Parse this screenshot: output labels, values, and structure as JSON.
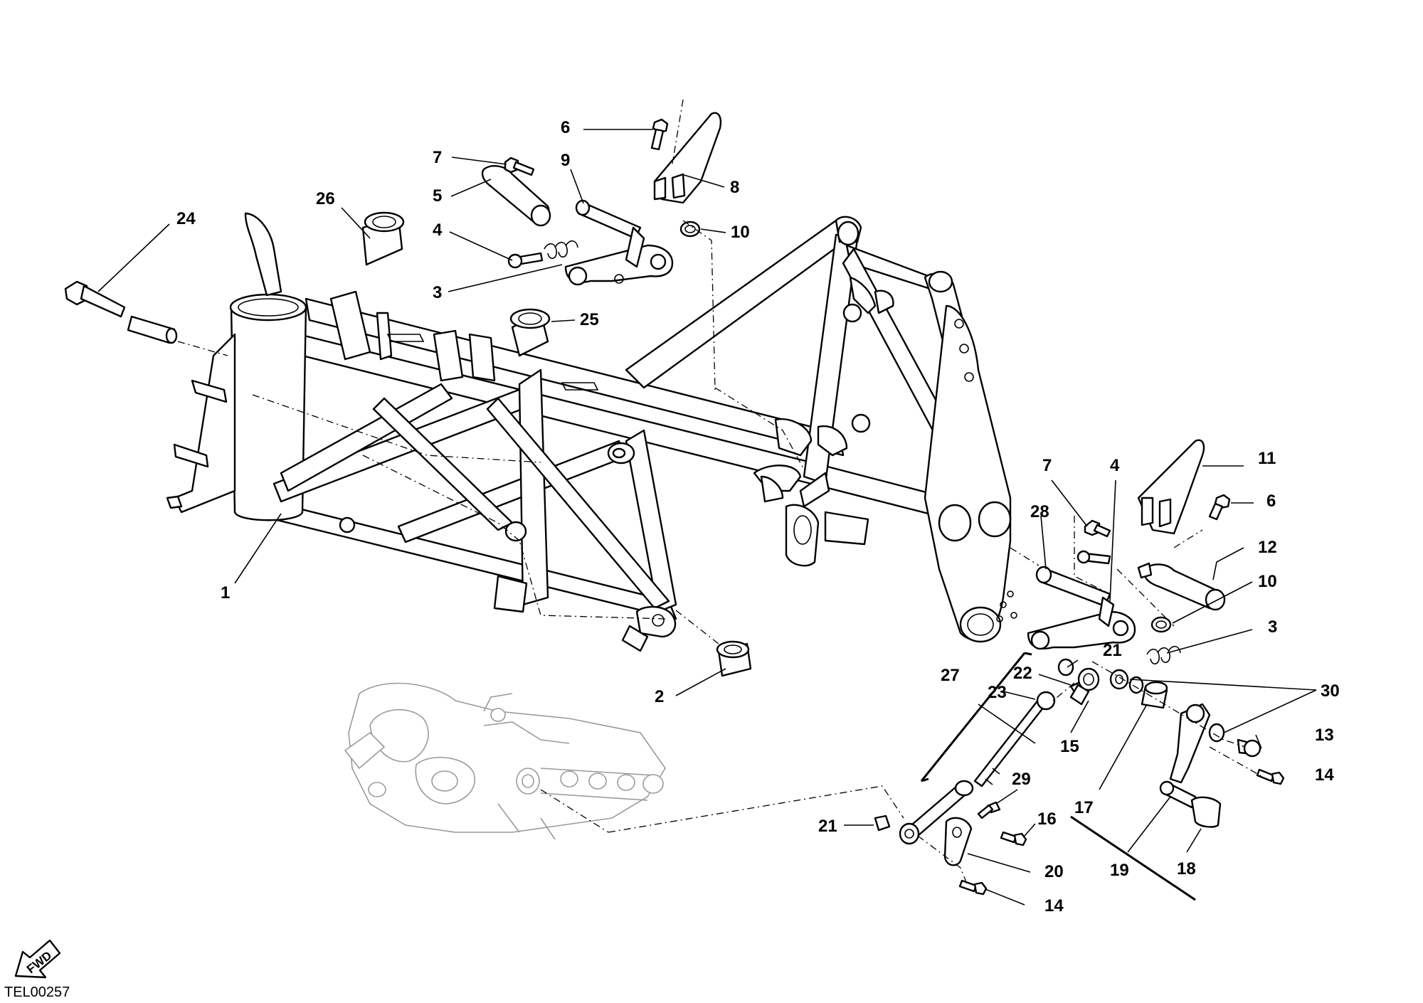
{
  "drawing_code": "TEL00257",
  "direction_arrow": {
    "icon": "fwd-arrow-icon",
    "text": "FWD"
  },
  "callouts": [
    {
      "id": "c1",
      "label": "1"
    },
    {
      "id": "c2",
      "label": "2"
    },
    {
      "id": "c3a",
      "label": "3"
    },
    {
      "id": "c3b",
      "label": "3"
    },
    {
      "id": "c4a",
      "label": "4"
    },
    {
      "id": "c4b",
      "label": "4"
    },
    {
      "id": "c5",
      "label": "5"
    },
    {
      "id": "c6a",
      "label": "6"
    },
    {
      "id": "c6b",
      "label": "6"
    },
    {
      "id": "c7a",
      "label": "7"
    },
    {
      "id": "c7b",
      "label": "7"
    },
    {
      "id": "c8",
      "label": "8"
    },
    {
      "id": "c9",
      "label": "9"
    },
    {
      "id": "c10a",
      "label": "10"
    },
    {
      "id": "c10b",
      "label": "10"
    },
    {
      "id": "c11",
      "label": "11"
    },
    {
      "id": "c12",
      "label": "12"
    },
    {
      "id": "c13",
      "label": "13"
    },
    {
      "id": "c14a",
      "label": "14"
    },
    {
      "id": "c14b",
      "label": "14"
    },
    {
      "id": "c15",
      "label": "15"
    },
    {
      "id": "c16",
      "label": "16"
    },
    {
      "id": "c17",
      "label": "17"
    },
    {
      "id": "c18",
      "label": "18"
    },
    {
      "id": "c19",
      "label": "19"
    },
    {
      "id": "c20",
      "label": "20"
    },
    {
      "id": "c21a",
      "label": "21"
    },
    {
      "id": "c21b",
      "label": "21"
    },
    {
      "id": "c22",
      "label": "22"
    },
    {
      "id": "c23",
      "label": "23"
    },
    {
      "id": "c24",
      "label": "24"
    },
    {
      "id": "c25",
      "label": "25"
    },
    {
      "id": "c26",
      "label": "26"
    },
    {
      "id": "c27",
      "label": "27"
    },
    {
      "id": "c28",
      "label": "28"
    },
    {
      "id": "c29",
      "label": "29"
    },
    {
      "id": "c30",
      "label": "30"
    }
  ]
}
